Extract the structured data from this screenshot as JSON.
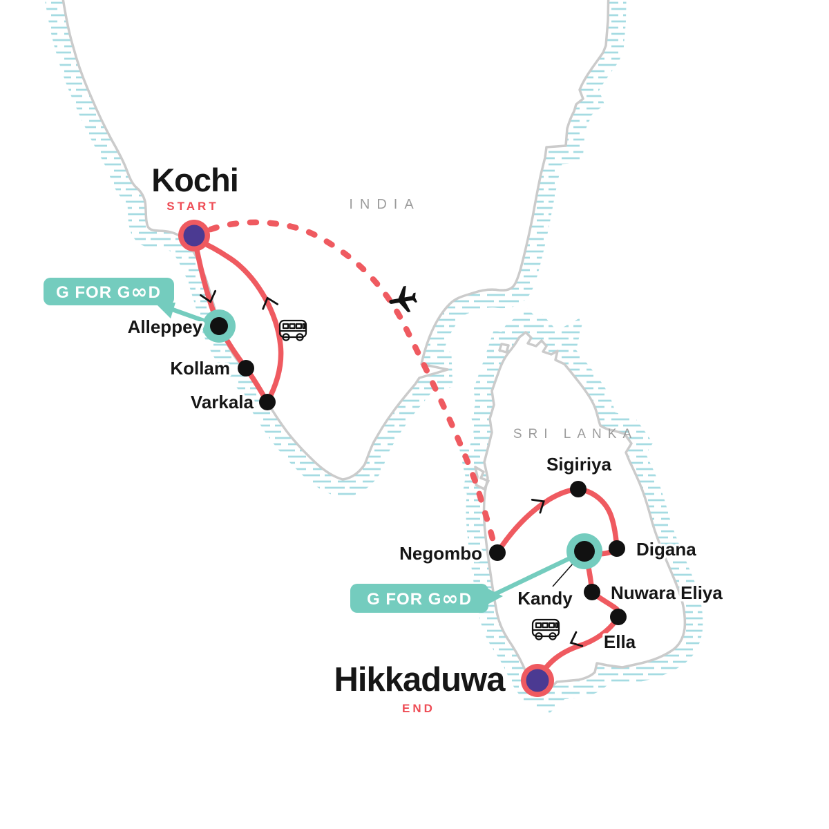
{
  "regions": {
    "india": "INDIA",
    "sri_lanka": "SRI LANKA"
  },
  "terminals": {
    "start": {
      "city": "Kochi",
      "tag": "START"
    },
    "end": {
      "city": "Hikkaduwa",
      "tag": "END"
    }
  },
  "stops": {
    "alleppey": "Alleppey",
    "kollam": "Kollam",
    "varkala": "Varkala",
    "negombo": "Negombo",
    "sigiriya": "Sigiriya",
    "digana": "Digana",
    "kandy": "Kandy",
    "nuwara_eliya": "Nuwara Eliya",
    "ella": "Ella"
  },
  "badge": {
    "label": "G FOR GOOD",
    "parts": {
      "pre": "G FOR G",
      "ligature": "∞",
      "post": "D"
    }
  },
  "route": {
    "surface_legs": [
      [
        "Kochi",
        "Alleppey"
      ],
      [
        "Alleppey",
        "Kollam"
      ],
      [
        "Kollam",
        "Varkala"
      ],
      [
        "Varkala",
        "Kochi"
      ],
      [
        "Negombo",
        "Sigiriya"
      ],
      [
        "Sigiriya",
        "Digana"
      ],
      [
        "Digana",
        "Kandy"
      ],
      [
        "Kandy",
        "Nuwara Eliya"
      ],
      [
        "Nuwara Eliya",
        "Ella"
      ],
      [
        "Ella",
        "Hikkaduwa"
      ]
    ],
    "flight_legs": [
      [
        "Kochi",
        "Negombo"
      ]
    ],
    "transport_icons": [
      "bus",
      "plane",
      "bus"
    ],
    "g_for_good_stops": [
      "Alleppey",
      "Kandy"
    ]
  },
  "icons": {
    "plane": "✈",
    "bus": "🚌",
    "direction_chevron": "❯"
  },
  "colors": {
    "route": "#EF5A60",
    "terminal_fill": "#4B3A92",
    "stop": "#111111",
    "highlight": "#74CCBE",
    "hatch": "#A5DBE2",
    "coast": "#CBCBCB",
    "region_text": "#9C9C9C",
    "tag_text": "#EE4C55",
    "city_text": "#161616"
  }
}
